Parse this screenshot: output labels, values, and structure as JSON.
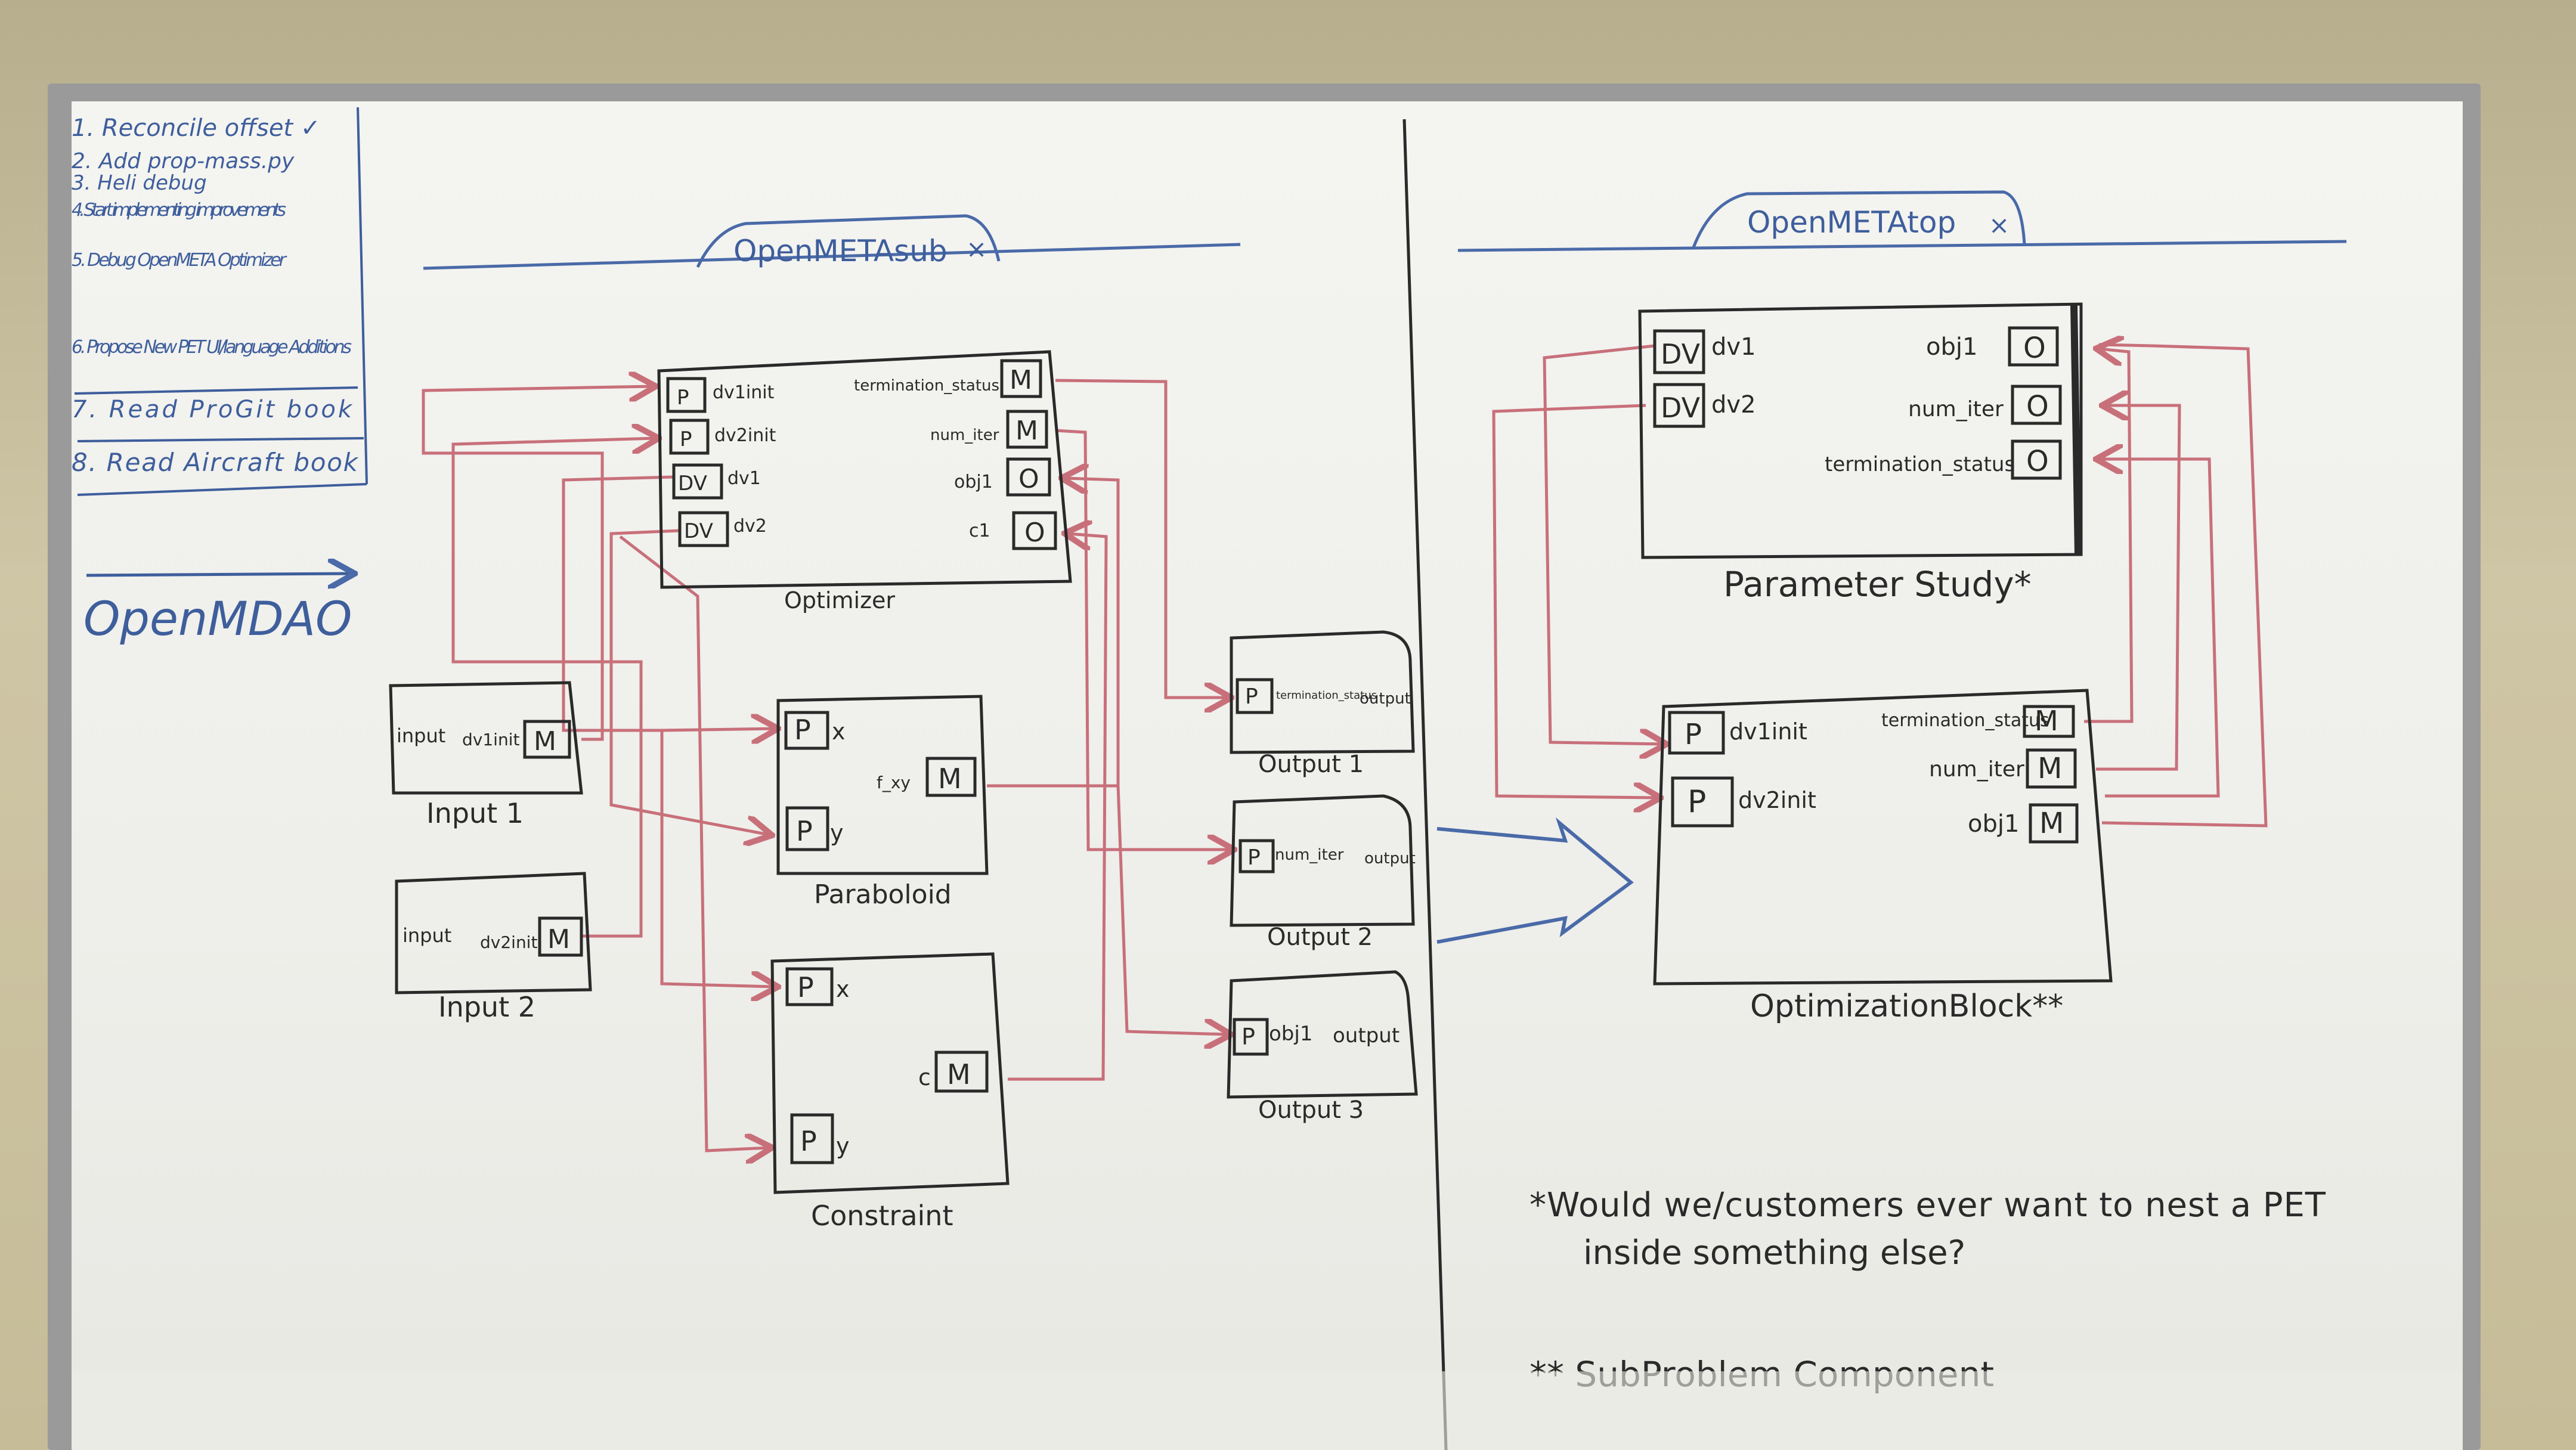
{
  "todo": [
    "1. Reconcile offset ✓",
    "2. Add prop-mass.py",
    "3. Heli debug",
    "4. Start implementing improvements",
    "5. Debug OpenMETA Optimizer",
    "6. Propose New PET UI/language Additions",
    "7. Read ProGit book",
    "8. Read Aircraft book"
  ],
  "openmdao": "OpenMDAO",
  "left_tab": "OpenMETAsub",
  "right_tab": "OpenMETAtop",
  "tab_close": "×",
  "optimizer": {
    "title": "Optimizer",
    "inputs": [
      {
        "tag": "P",
        "label": "dv1init"
      },
      {
        "tag": "P",
        "label": "dv2init"
      },
      {
        "tag": "DV",
        "label": "dv1"
      },
      {
        "tag": "DV",
        "label": "dv2"
      }
    ],
    "outputs": [
      {
        "tag": "M",
        "label": "termination_status"
      },
      {
        "tag": "M",
        "label": "num_iter"
      },
      {
        "tag": "O",
        "label": "obj1"
      },
      {
        "tag": "O",
        "label": "c1"
      }
    ]
  },
  "input1": {
    "title": "Input 1",
    "left": "input",
    "right": "dv1init",
    "tag": "M"
  },
  "input2": {
    "title": "Input 2",
    "left": "input",
    "right": "dv2init",
    "tag": "M"
  },
  "paraboloid": {
    "title": "Paraboloid",
    "px": "x",
    "py": "y",
    "out": "f_xy",
    "tag": "M",
    "tagP": "P"
  },
  "constraint": {
    "title": "Constraint",
    "px": "x",
    "py": "y",
    "out": "c",
    "tag": "M",
    "tagP": "P"
  },
  "output1": {
    "title": "Output 1",
    "left": "termination_status",
    "right": "output",
    "tag": "P"
  },
  "output2": {
    "title": "Output 2",
    "left": "num_iter",
    "right": "output",
    "tag": "P"
  },
  "output3": {
    "title": "Output 3",
    "left": "obj1",
    "right": "output",
    "tag": "P"
  },
  "param_study": {
    "title": "Parameter Study*",
    "inputs": [
      {
        "tag": "DV",
        "label": "dv1"
      },
      {
        "tag": "DV",
        "label": "dv2"
      }
    ],
    "outputs": [
      {
        "tag": "O",
        "label": "obj1"
      },
      {
        "tag": "O",
        "label": "num_iter"
      },
      {
        "tag": "O",
        "label": "termination_status"
      }
    ]
  },
  "opt_block": {
    "title": "OptimizationBlock**",
    "inputs": [
      {
        "tag": "P",
        "label": "dv1init"
      },
      {
        "tag": "P",
        "label": "dv2init"
      }
    ],
    "outputs": [
      {
        "tag": "M",
        "label": "termination_status"
      },
      {
        "tag": "M",
        "label": "num_iter"
      },
      {
        "tag": "M",
        "label": "obj1"
      }
    ]
  },
  "note1a": "*Would we/customers ever want to nest a PET",
  "note1b": "inside something else?",
  "note2": "** SubProblem Component",
  "colors": {
    "ink": "#2a2a2a",
    "blue": "#4a6aa8",
    "red": "#c8707a",
    "board": "#f2f2ef"
  }
}
